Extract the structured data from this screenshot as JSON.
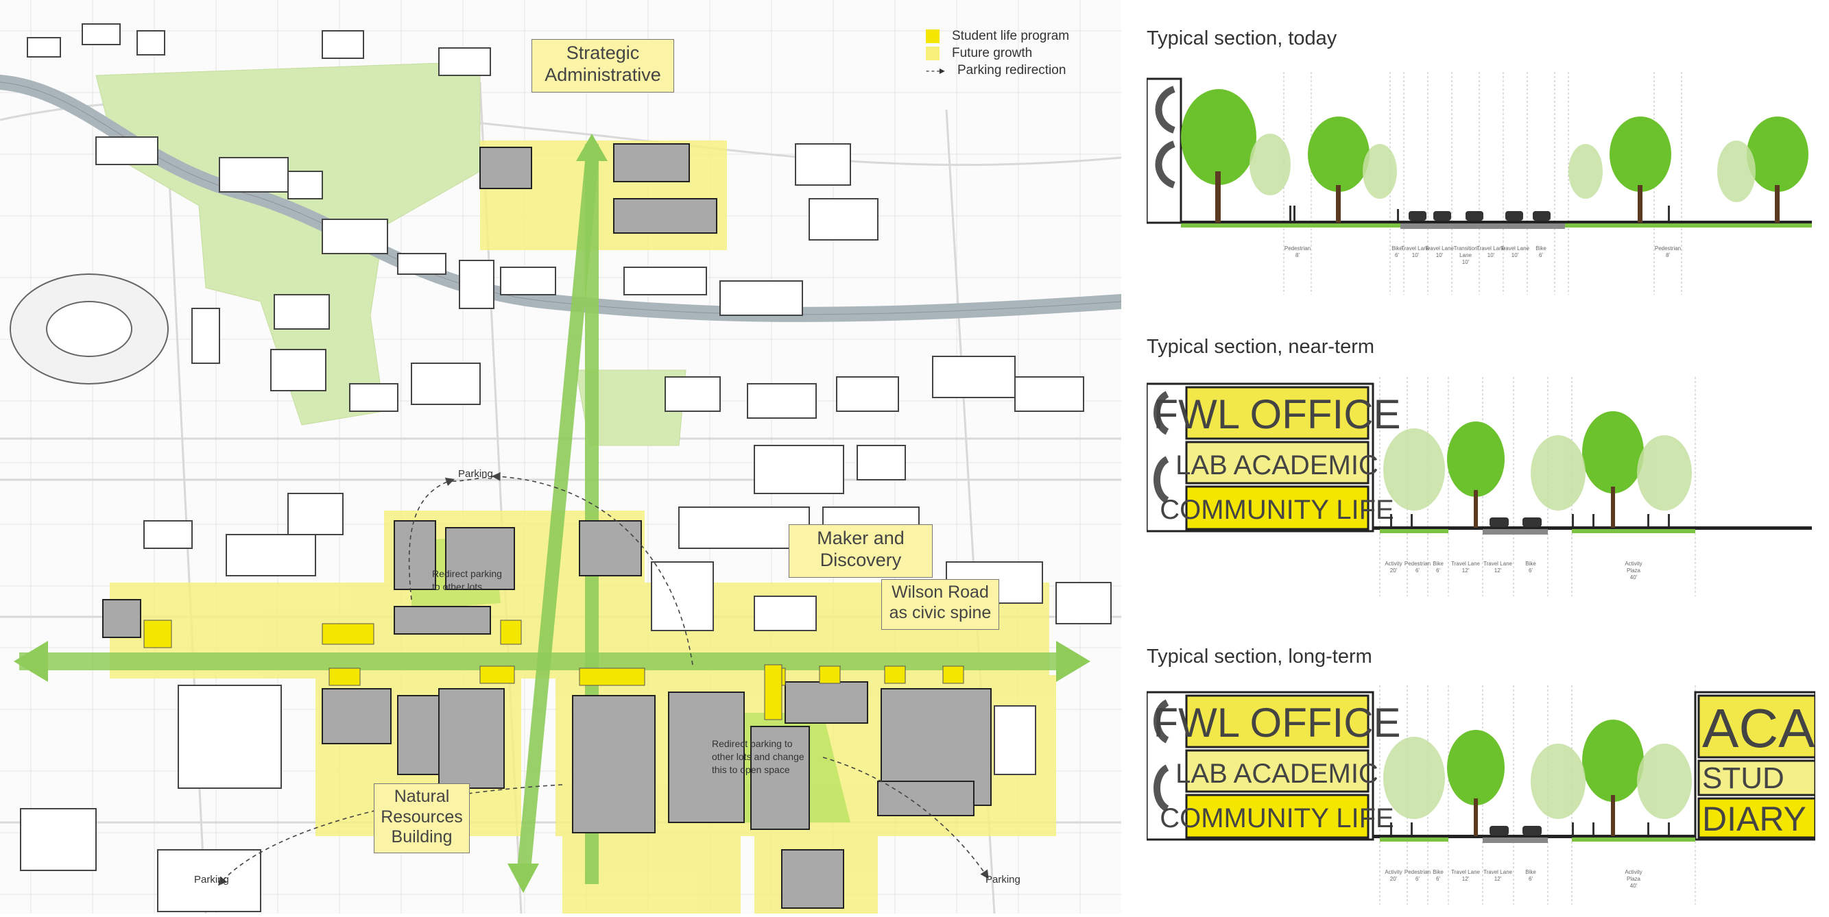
{
  "legend": {
    "student_life": "Student life program",
    "future_growth": "Future growth",
    "parking_redirection": "Parking redirection"
  },
  "colors": {
    "student_life": "#f5e600",
    "future_growth": "#f6f07a",
    "green_space": "#cfe8a8",
    "spine": "#8fcc5a",
    "building": "#a9a9a9",
    "river": "#aab5bb"
  },
  "map": {
    "callouts": {
      "strategic": "Strategic\nAdministrative",
      "maker": "Maker and\nDiscovery",
      "wilson": "Wilson Road\nas civic spine",
      "natural": "Natural\nResources\nBuilding"
    },
    "parking_labels": [
      "Parking",
      "Parking",
      "Parking"
    ],
    "notes": {
      "redirect_a": "Redirect parking\nto other lots",
      "redirect_b": "Redirect parking to\nother lots and change\nthis to open space"
    }
  },
  "sections": [
    {
      "title": "Typical section, today",
      "dims": [
        "Pedestrian\n8'",
        "Bike\n6'",
        "Travel Lane\n10'",
        "Travel Lane\n10'",
        "Transition\nLane\n10'",
        "Travel Lane\n10'",
        "Travel Lane\n10'",
        "Bike\n6'",
        "Pedestrian\n8'"
      ]
    },
    {
      "title": "Typical section, near-term",
      "signs": [
        "FWL OFFICE",
        "LAB ACADEMIC",
        "COMMUNITY LIFE"
      ],
      "dims": [
        "Activity\n20'",
        "Pedestrian\n6'",
        "Bike\n6'",
        "Travel Lane\n12'",
        "Travel Lane\n12'",
        "Bike\n6'",
        "Activity\nPlaza\n40'"
      ]
    },
    {
      "title": "Typical section, long-term",
      "signs": [
        "FWL OFFICE",
        "LAB ACADEMIC",
        "COMMUNITY LIFE"
      ],
      "right_signs": [
        "ACA",
        "STUD",
        "DIARY"
      ],
      "dims": [
        "Activity\n20'",
        "Pedestrian\n6'",
        "Bike\n6'",
        "Travel Lane\n12'",
        "Travel Lane\n12'",
        "Bike\n6'",
        "Activity\nPlaza\n40'"
      ]
    }
  ]
}
